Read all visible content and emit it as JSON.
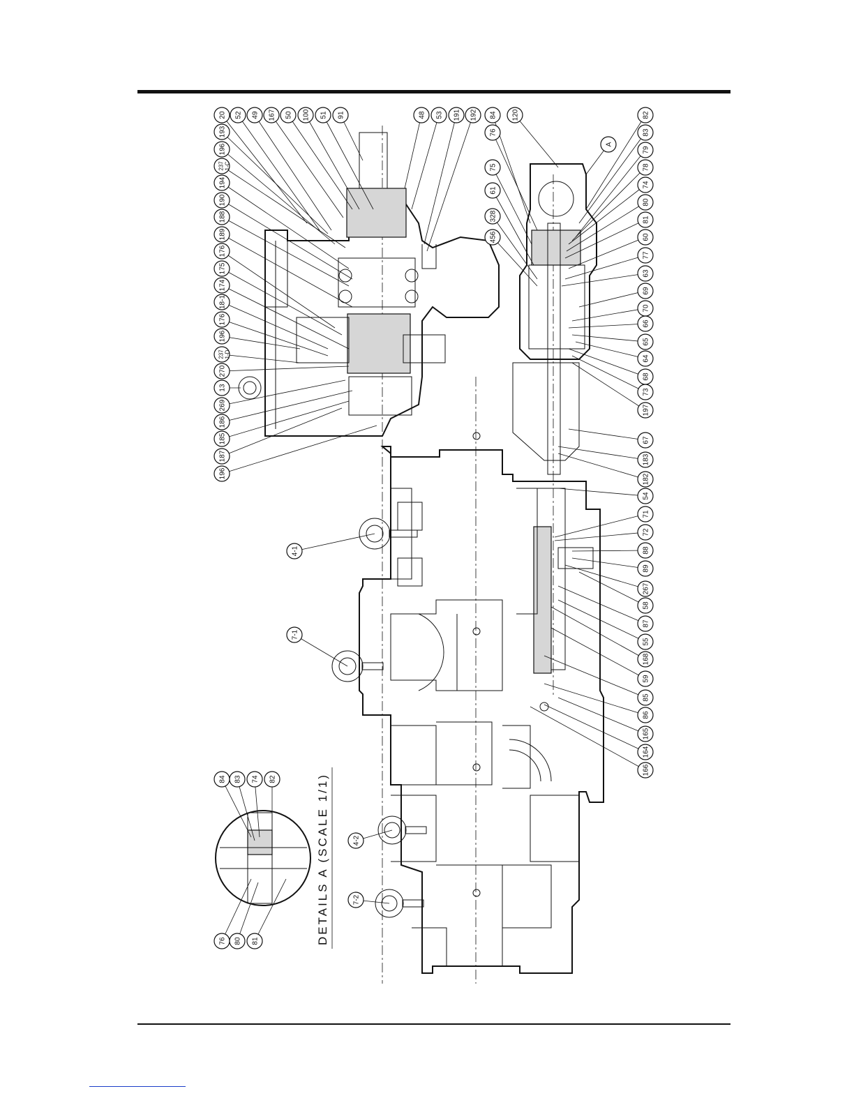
{
  "drawing": {
    "title": "DETAILS A (SCALE 1/1)",
    "detail_marker": "A",
    "top_labels": [
      "20",
      "52",
      "49",
      "167",
      "50",
      "100",
      "51",
      "91",
      "48",
      "53",
      "191",
      "192",
      "84",
      "76",
      "120",
      "82"
    ],
    "upper_left_labels": [
      "193",
      "196",
      "237\n1-C",
      "194",
      "190",
      "188",
      "189",
      "176",
      "175",
      "174",
      "18-1",
      "176",
      "196",
      "237\n1-D",
      "270",
      "13",
      "269",
      "186",
      "185",
      "187",
      "196"
    ],
    "inner_labels": [
      "75",
      "61",
      "328",
      "456"
    ],
    "right_labels": [
      "A",
      "83",
      "79",
      "78",
      "74",
      "80",
      "81",
      "60",
      "77",
      "63",
      "69",
      "70",
      "66",
      "65",
      "64",
      "68",
      "73",
      "197",
      "67",
      "183",
      "182",
      "54",
      "71",
      "72",
      "88",
      "89",
      "267",
      "58",
      "87",
      "55",
      "168",
      "59",
      "85",
      "86",
      "165",
      "164",
      "166"
    ],
    "lifting_labels": [
      "4-1",
      "7-1",
      "4-2",
      "7-2"
    ],
    "detail_labels": [
      "84",
      "83",
      "74",
      "82",
      "76",
      "80",
      "81"
    ]
  }
}
